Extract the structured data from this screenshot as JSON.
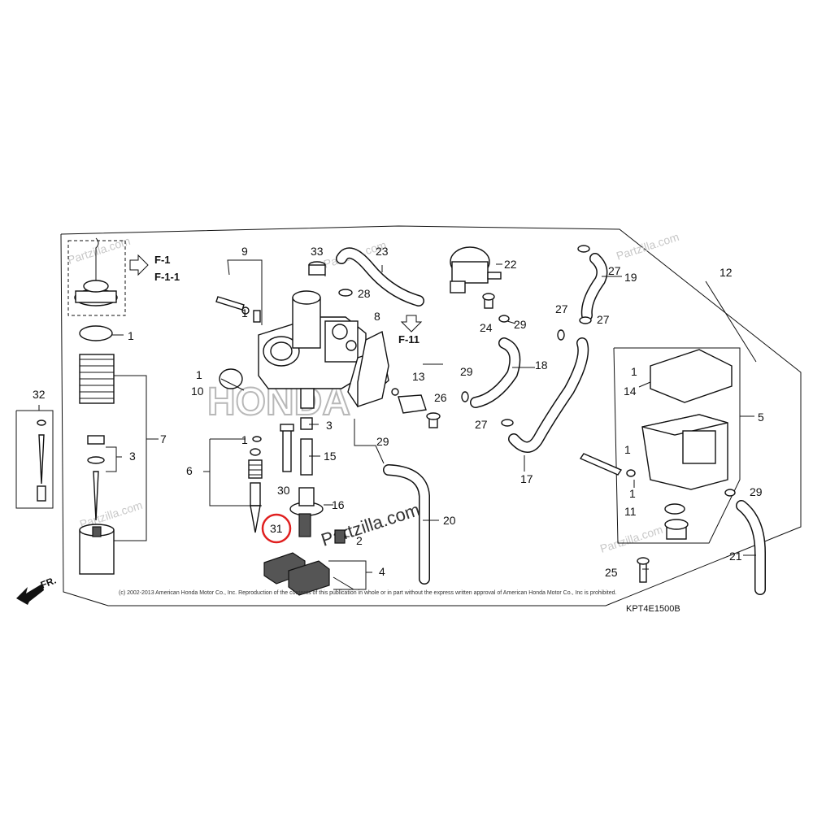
{
  "diagram": {
    "code": "KPT4E1500B",
    "copyright": "(c) 2002-2013 American Honda Motor Co., Inc. Reproduction of the contents of this publication in whole or in part without the express written approval of American Honda Motor Co., Inc is prohibited.",
    "front_label": "FR.",
    "refs": [
      "F-1",
      "F-1-1",
      "F-11"
    ],
    "watermark": "Partzilla.com",
    "brand": "HONDA",
    "highlight_callout": "31",
    "highlight_color": "#e02020",
    "callouts": [
      "1",
      "1",
      "1",
      "1",
      "1",
      "1",
      "1",
      "2",
      "3",
      "3",
      "4",
      "5",
      "6",
      "7",
      "8",
      "9",
      "10",
      "11",
      "12",
      "13",
      "14",
      "15",
      "16",
      "17",
      "18",
      "19",
      "20",
      "21",
      "22",
      "23",
      "24",
      "25",
      "26",
      "27",
      "27",
      "27",
      "27",
      "28",
      "29",
      "29",
      "29",
      "29",
      "30",
      "31",
      "32",
      "33"
    ]
  }
}
